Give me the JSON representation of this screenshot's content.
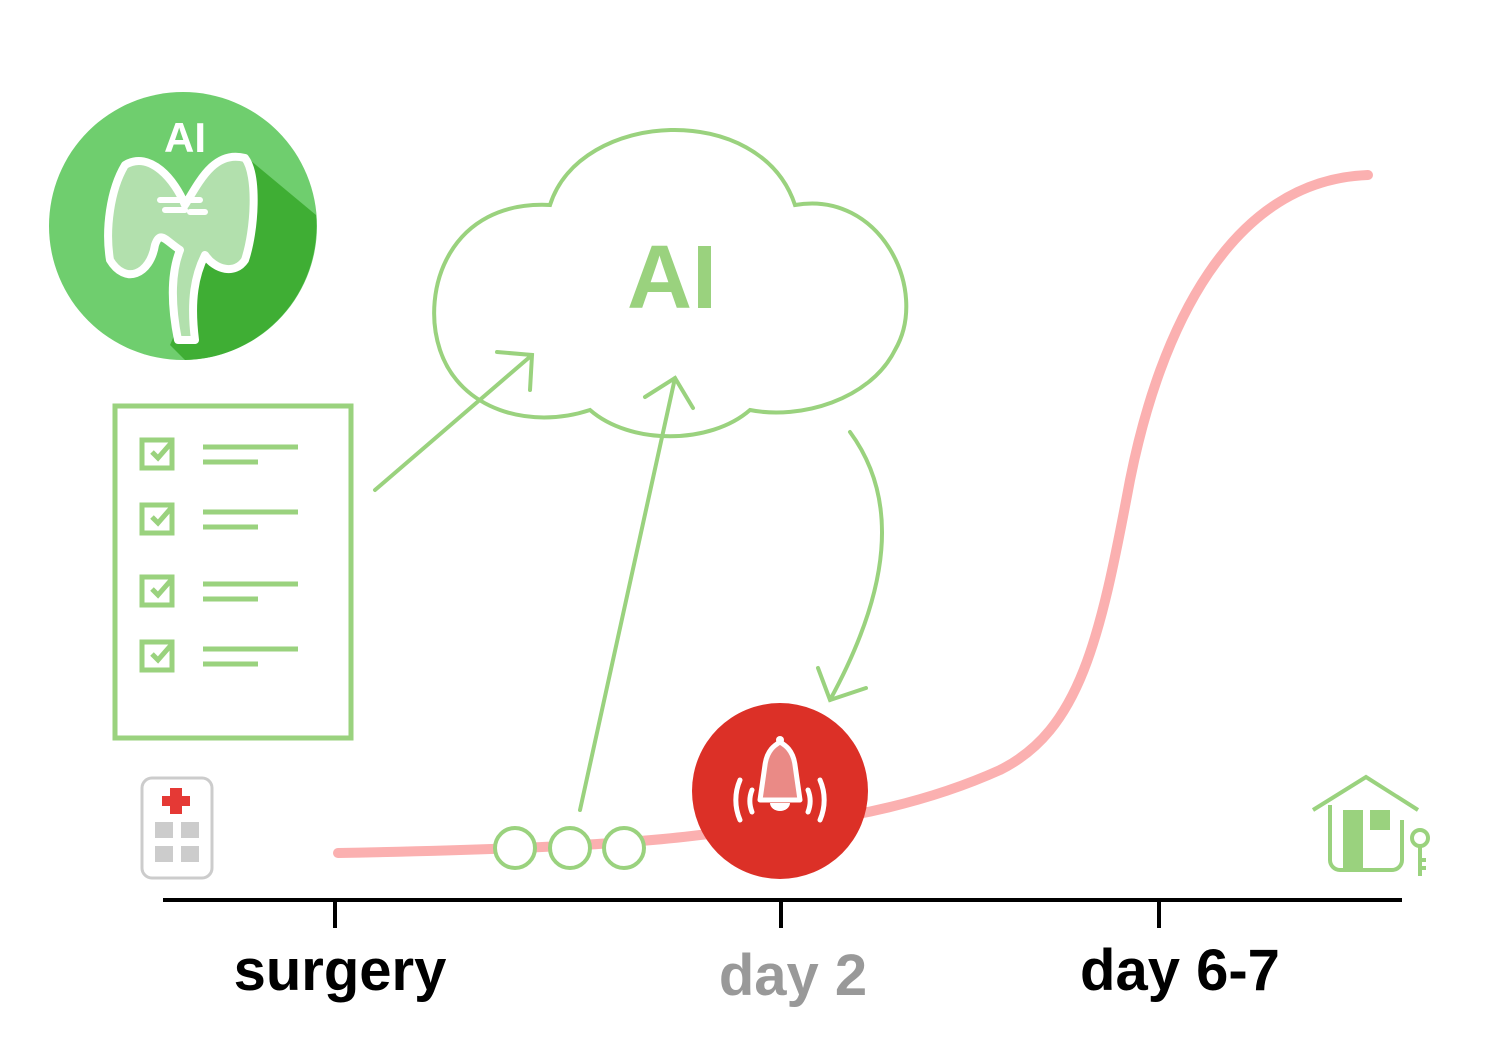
{
  "badge": {
    "text": "AI"
  },
  "cloud": {
    "text": "AI"
  },
  "timeline": {
    "labels": [
      {
        "text": "surgery",
        "color": "#000000"
      },
      {
        "text": "day 2",
        "color": "#999999"
      },
      {
        "text": "day 6-7",
        "color": "#000000"
      }
    ]
  },
  "colors": {
    "green": "#9ad27e",
    "badge_green": "#6fce6e",
    "alert_red": "#dc3027",
    "curve_pink": "#fbb0b0"
  }
}
